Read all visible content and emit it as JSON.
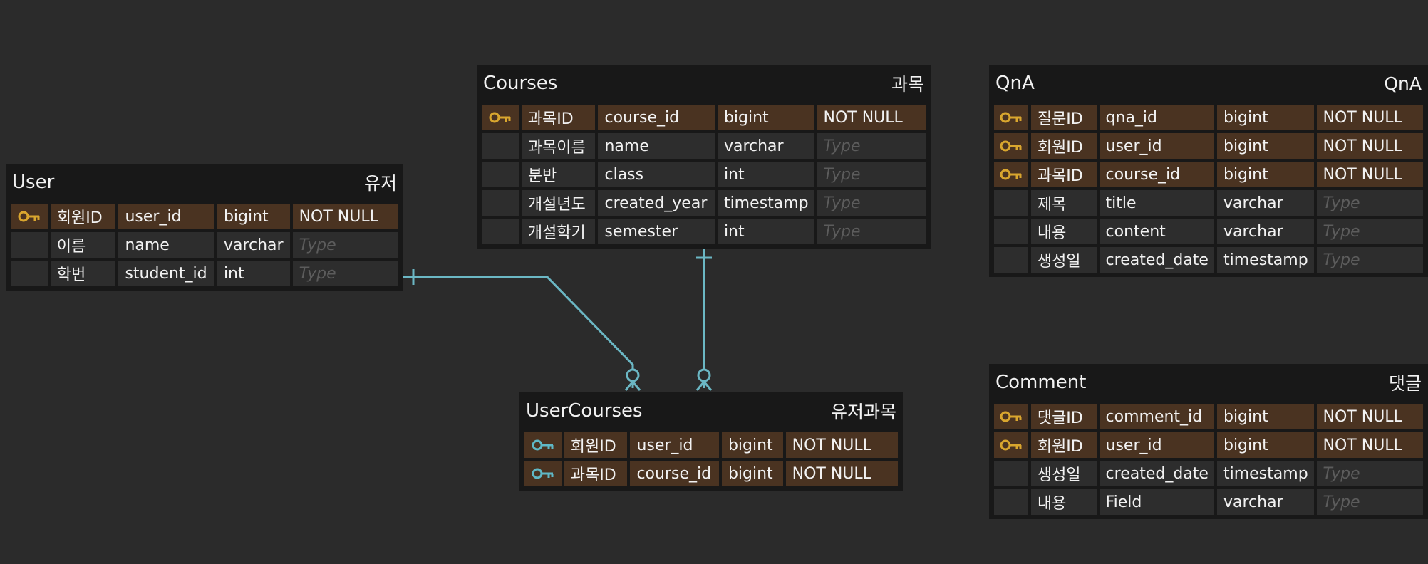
{
  "colors": {
    "background": "#2b2b2b",
    "entity_background": "#181818",
    "cell_background": "#2d2d2d",
    "primary_key_row": "#4a3321",
    "primary_key_icon": "#d9a62e",
    "foreign_key_icon": "#5fb8c6",
    "relation_line": "#6bb7c4",
    "placeholder_text": "#5c5c5c"
  },
  "entities": {
    "user": {
      "name": "User",
      "logical": "유저",
      "columns": [
        {
          "icon": "primary-key-icon",
          "logical": "회원ID",
          "name": "user_id",
          "type": "bigint",
          "option": "NOT NULL"
        },
        {
          "icon": "",
          "logical": "이름",
          "name": "name",
          "type": "varchar",
          "option": "Type"
        },
        {
          "icon": "",
          "logical": "학번",
          "name": "student_id",
          "type": "int",
          "option": "Type"
        }
      ]
    },
    "courses": {
      "name": "Courses",
      "logical": "과목",
      "columns": [
        {
          "icon": "primary-key-icon",
          "logical": "과목ID",
          "name": "course_id",
          "type": "bigint",
          "option": "NOT NULL"
        },
        {
          "icon": "",
          "logical": "과목이름",
          "name": "name",
          "type": "varchar",
          "option": "Type"
        },
        {
          "icon": "",
          "logical": "분반",
          "name": "class",
          "type": "int",
          "option": "Type"
        },
        {
          "icon": "",
          "logical": "개설년도",
          "name": "created_year",
          "type": "timestamp",
          "option": "Type"
        },
        {
          "icon": "",
          "logical": "개설학기",
          "name": "semester",
          "type": "int",
          "option": "Type"
        }
      ]
    },
    "qna": {
      "name": "QnA",
      "logical": "QnA",
      "columns": [
        {
          "icon": "primary-key-icon",
          "logical": "질문ID",
          "name": "qna_id",
          "type": "bigint",
          "option": "NOT NULL"
        },
        {
          "icon": "primary-key-icon",
          "logical": "회원ID",
          "name": "user_id",
          "type": "bigint",
          "option": "NOT NULL"
        },
        {
          "icon": "primary-key-icon",
          "logical": "과목ID",
          "name": "course_id",
          "type": "bigint",
          "option": "NOT NULL"
        },
        {
          "icon": "",
          "logical": "제목",
          "name": "title",
          "type": "varchar",
          "option": "Type"
        },
        {
          "icon": "",
          "logical": "내용",
          "name": "content",
          "type": "varchar",
          "option": "Type"
        },
        {
          "icon": "",
          "logical": "생성일",
          "name": "created_date",
          "type": "timestamp",
          "option": "Type"
        }
      ]
    },
    "usercourses": {
      "name": "UserCourses",
      "logical": "유저과목",
      "columns": [
        {
          "icon": "foreign-key-icon",
          "logical": "회원ID",
          "name": "user_id",
          "type": "bigint",
          "option": "NOT NULL"
        },
        {
          "icon": "foreign-key-icon",
          "logical": "과목ID",
          "name": "course_id",
          "type": "bigint",
          "option": "NOT NULL"
        }
      ]
    },
    "comment": {
      "name": "Comment",
      "logical": "댓글",
      "columns": [
        {
          "icon": "primary-key-icon",
          "logical": "댓글ID",
          "name": "comment_id",
          "type": "bigint",
          "option": "NOT NULL"
        },
        {
          "icon": "primary-key-icon",
          "logical": "회원ID",
          "name": "user_id",
          "type": "bigint",
          "option": "NOT NULL"
        },
        {
          "icon": "",
          "logical": "생성일",
          "name": "created_date",
          "type": "timestamp",
          "option": "Type"
        },
        {
          "icon": "",
          "logical": "내용",
          "name": "Field",
          "type": "varchar",
          "option": "Type"
        }
      ]
    }
  }
}
